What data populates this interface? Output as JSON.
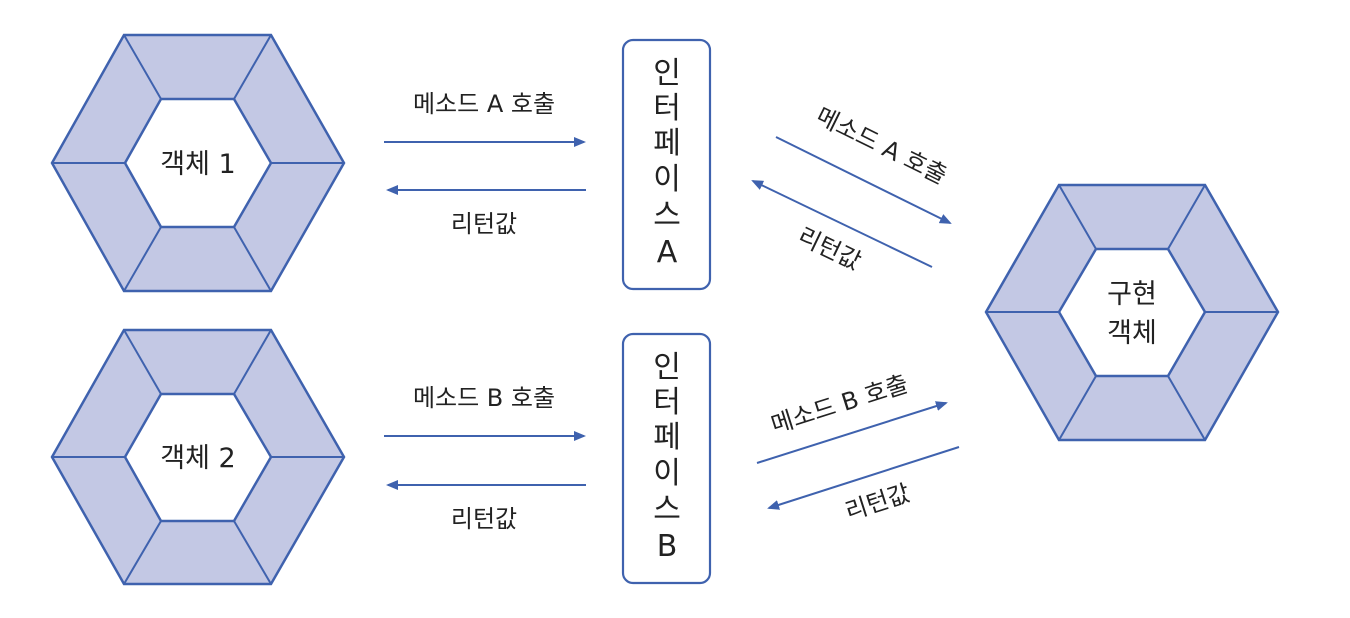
{
  "objects": [
    {
      "label": "객체 1"
    },
    {
      "label": "객체 2"
    }
  ],
  "implementation": {
    "lines": [
      "구현",
      "객체"
    ]
  },
  "interfaces": [
    {
      "chars": [
        "인",
        "터",
        "페",
        "이",
        "스",
        "A"
      ]
    },
    {
      "chars": [
        "인",
        "터",
        "페",
        "이",
        "스",
        "B"
      ]
    }
  ],
  "arrows": {
    "call_a": "메소드 A 호출",
    "call_b": "메소드 B 호출",
    "return_value": "리턴값"
  },
  "colors": {
    "hex_fill": "#c3c8e4",
    "line": "#3f62ae",
    "text": "#222222"
  }
}
